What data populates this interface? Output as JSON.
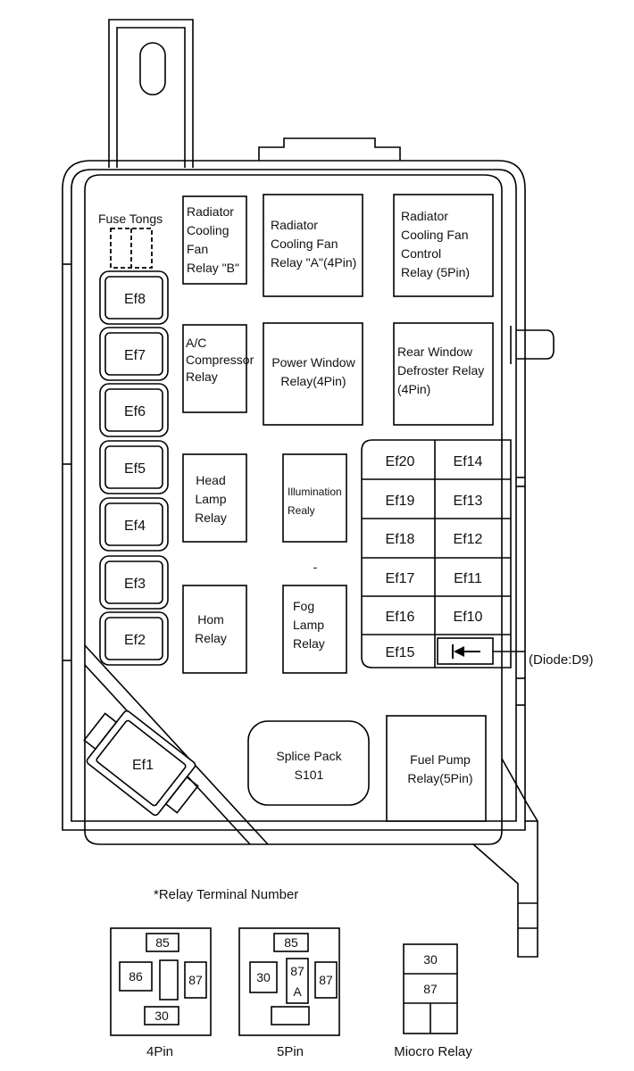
{
  "fuse_tongs": "Fuse Tongs",
  "relays": {
    "rad_fan_b": [
      "Radiator",
      "Cooling",
      "Fan",
      "Relay \"B\""
    ],
    "rad_fan_a": [
      "Radiator",
      "Cooling Fan",
      "Relay \"A\"(4Pin)"
    ],
    "rad_fan_ctrl": [
      "Radiator",
      "Cooling Fan",
      "Control",
      "Relay (5Pin)"
    ],
    "ac_comp": [
      "A/C",
      "Compressor",
      "Relay"
    ],
    "power_window": [
      "Power Window",
      "Relay(4Pin)"
    ],
    "rear_defrost": [
      "Rear Window",
      "Defroster Relay",
      "(4Pin)"
    ],
    "head_lamp": [
      "Head",
      "Lamp",
      "Relay"
    ],
    "illumination": [
      "Illumination",
      "Realy"
    ],
    "horn": [
      "Hom",
      "Relay"
    ],
    "fog_lamp": [
      "Fog",
      "Lamp",
      "Relay"
    ],
    "splice_pack": [
      "Splice Pack",
      "S101"
    ],
    "fuel_pump": [
      "Fuel Pump",
      "Relay(5Pin)"
    ]
  },
  "left_fuses": [
    "Ef8",
    "Ef7",
    "Ef6",
    "Ef5",
    "Ef4",
    "Ef3",
    "Ef2"
  ],
  "ef1": "Ef1",
  "grid_left": [
    "Ef20",
    "Ef19",
    "Ef18",
    "Ef17",
    "Ef16",
    "Ef15"
  ],
  "grid_right": [
    "Ef14",
    "Ef13",
    "Ef12",
    "Ef11",
    "Ef10"
  ],
  "dash": "-",
  "diode_label": "(Diode:D9)",
  "relay_terminal_title": "*Relay Terminal Number",
  "pin4": {
    "top": "85",
    "left": "86",
    "right": "87",
    "bottom": "30",
    "caption": "4Pin"
  },
  "pin5": {
    "top": "85",
    "left": "30",
    "mid_top": "87",
    "mid_bottom": "A",
    "right": "87",
    "caption": "5Pin"
  },
  "micro": {
    "top": "30",
    "mid": "87",
    "caption": "Miocro Relay"
  }
}
